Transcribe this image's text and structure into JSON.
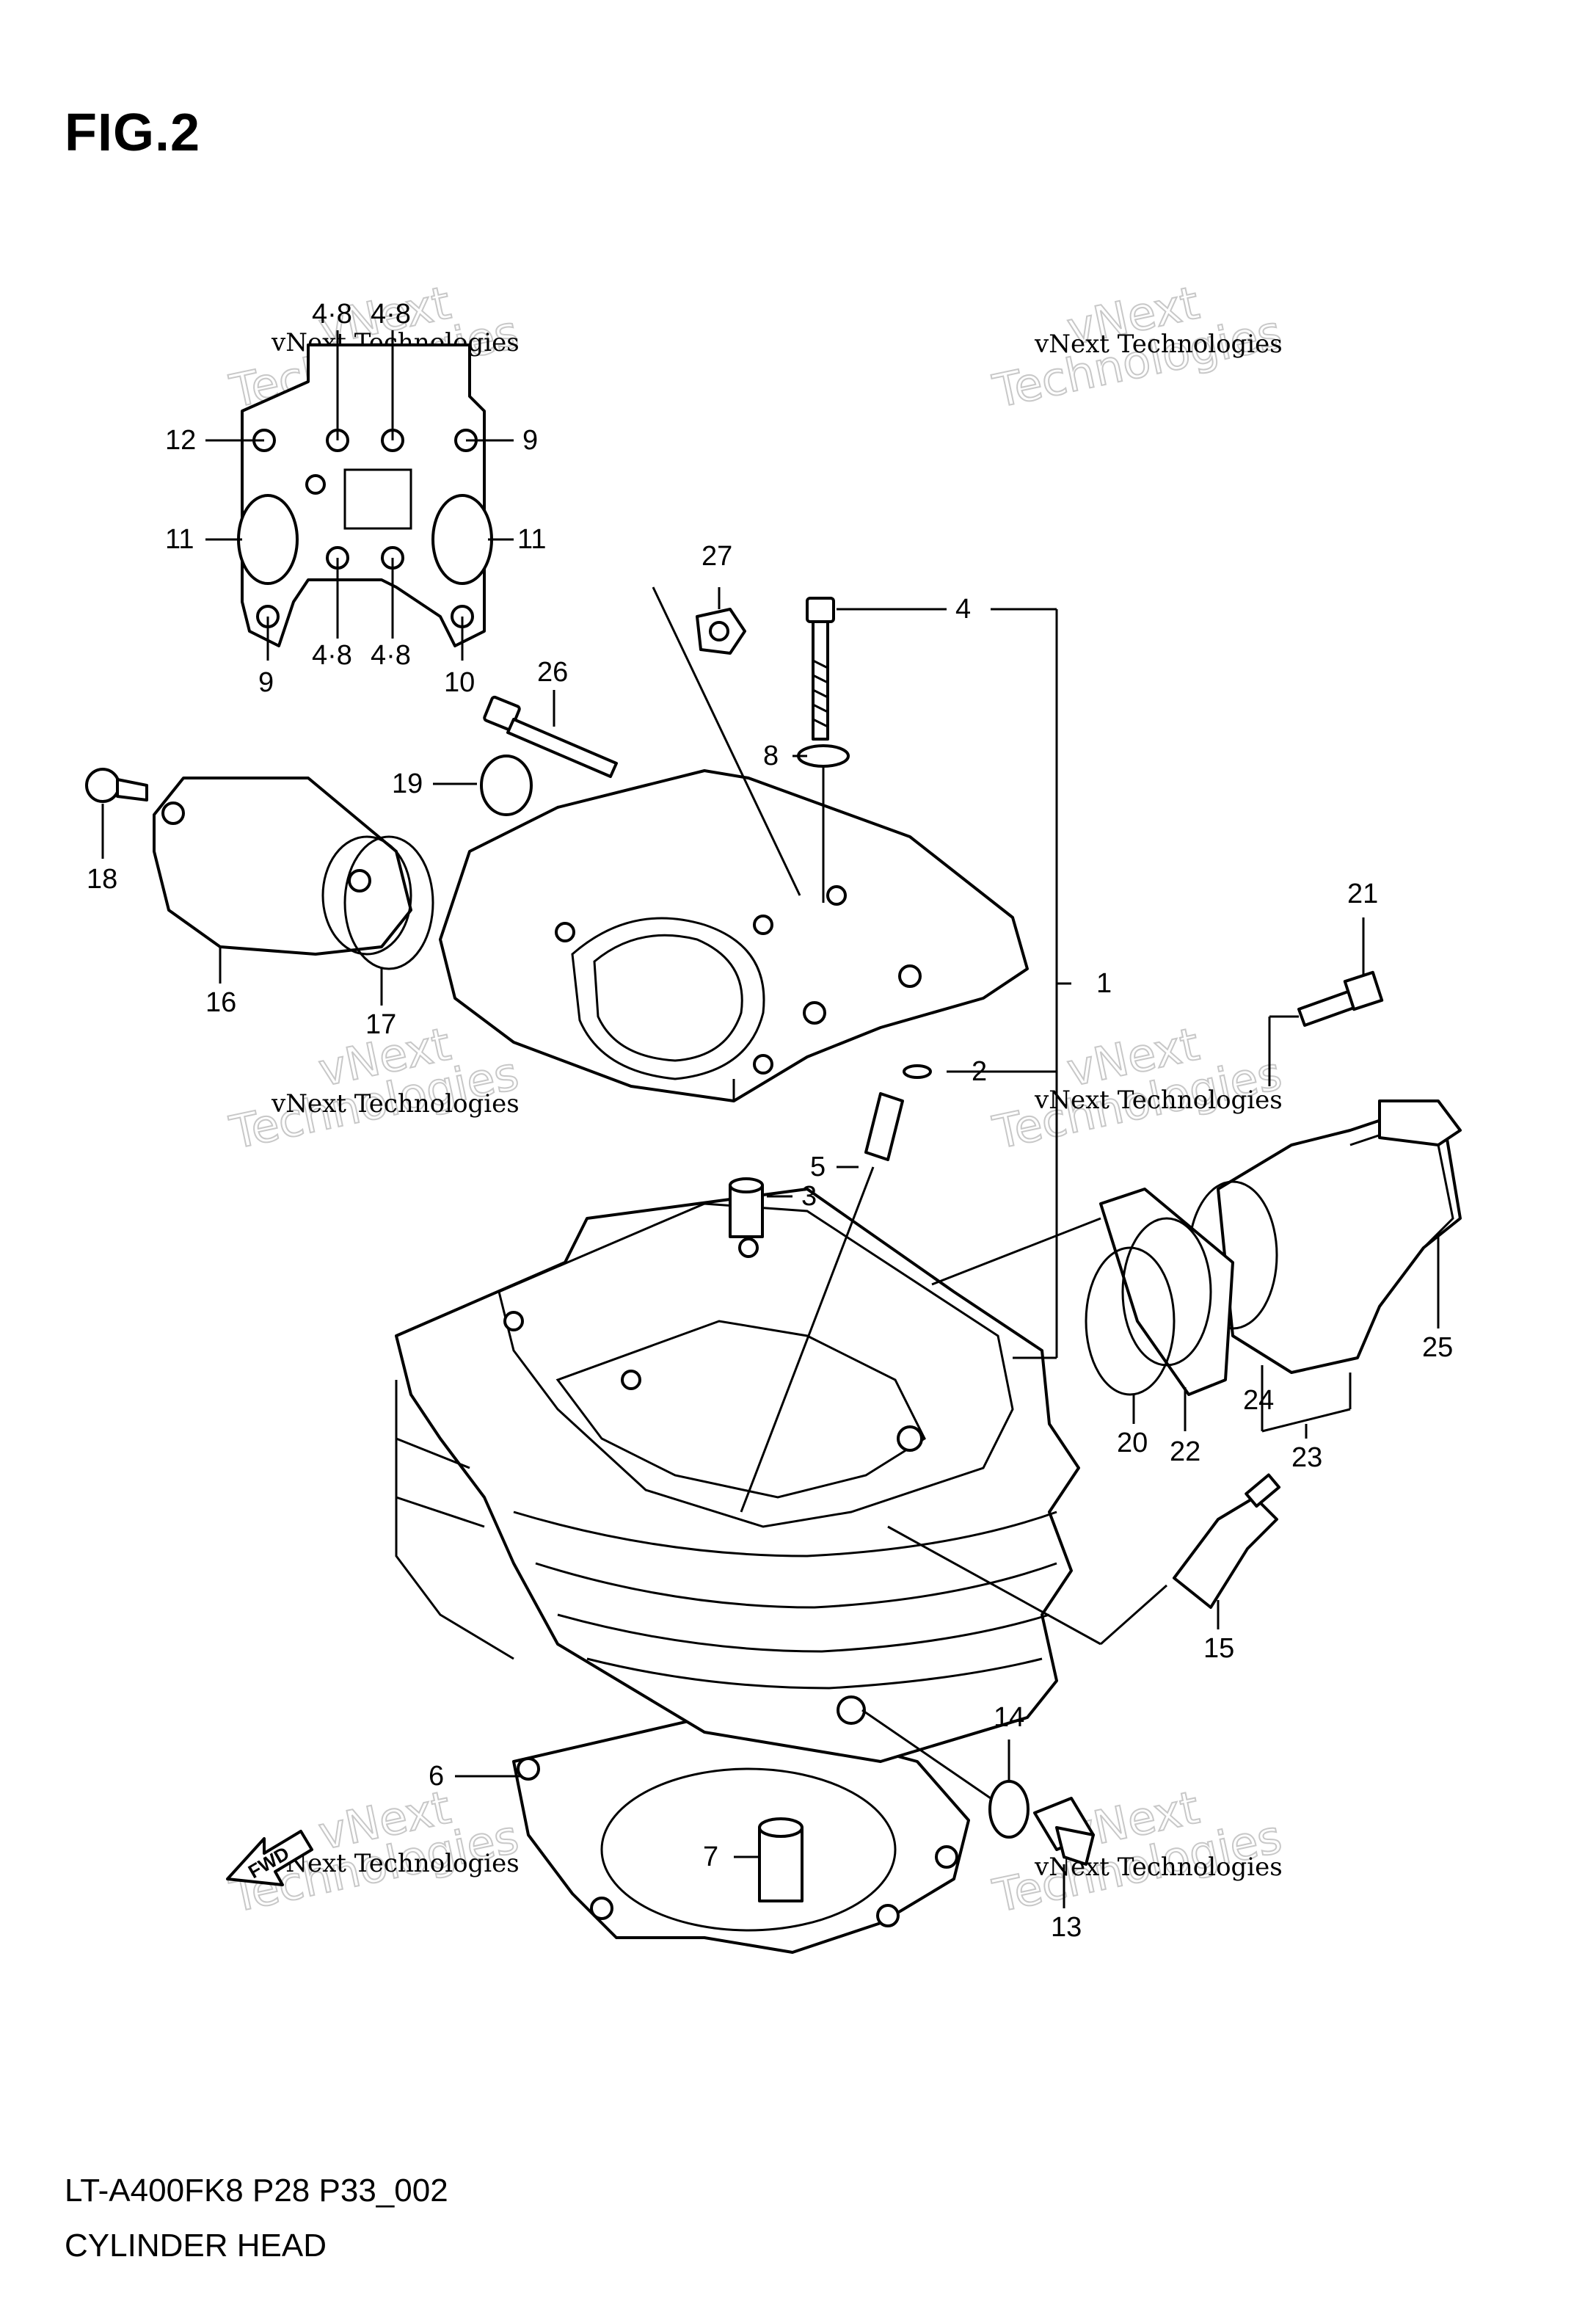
{
  "figure": {
    "title": "FIG.2",
    "model_code": "LT-A400FK8 P28 P33_002",
    "assembly_name": "CYLINDER HEAD"
  },
  "watermark": {
    "line1": "vNext Technologies",
    "line2": "Technologies",
    "line3": "vNext"
  },
  "forward_marker": "FWD",
  "inset_labels": {
    "top_left": "4·8",
    "top_right": "4·8",
    "left_upper": "12",
    "right_upper": "9",
    "left_mid": "11",
    "right_mid": "11",
    "bottom_left_a": "4·8",
    "bottom_left_b": "4·8",
    "bottom_left": "9",
    "bottom_right": "10"
  },
  "part_labels": {
    "p1": "1",
    "p2": "2",
    "p3": "3",
    "p4": "4",
    "p5": "5",
    "p6": "6",
    "p7": "7",
    "p8": "8",
    "p13": "13",
    "p14": "14",
    "p15": "15",
    "p16": "16",
    "p17": "17",
    "p18": "18",
    "p19": "19",
    "p20": "20",
    "p21": "21",
    "p22": "22",
    "p23": "23",
    "p24": "24",
    "p25": "25",
    "p26": "26",
    "p27": "27"
  }
}
